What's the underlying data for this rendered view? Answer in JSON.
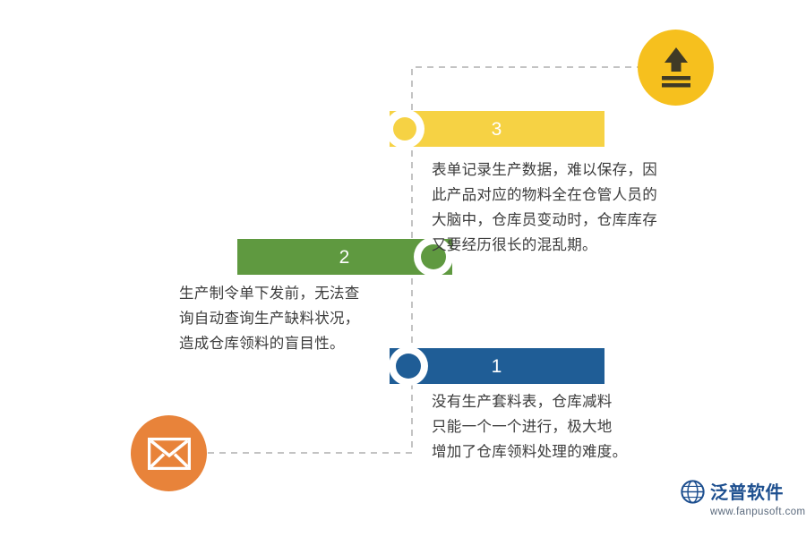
{
  "diagram": {
    "type": "stepped-timeline",
    "steps": [
      {
        "number": "1",
        "bar_color": "#1f5d96",
        "text": "没有生产套料表，仓库减料\n只能一个一个进行，极大地\n增加了仓库领料处理的难度。"
      },
      {
        "number": "2",
        "bar_color": "#5f9940",
        "text": "生产制令单下发前，无法查\n询自动查询生产缺料状况，\n造成仓库领料的盲目性。"
      },
      {
        "number": "3",
        "bar_color": "#f6d244",
        "text": "表单记录生产数据，难以保存，因\n此产品对应的物料全在仓管人员的\n大脑中，仓库员变动时，仓库库存\n又要经历很长的混乱期。"
      }
    ],
    "badges": [
      {
        "icon": "upload-arrow-icon",
        "color": "#f6c01e"
      },
      {
        "icon": "mail-envelope-icon",
        "color": "#e8833a"
      }
    ],
    "connector_color": "#bfbfbf"
  },
  "logo": {
    "mark": "globe-icon",
    "name": "泛普软件",
    "url": "www.fanpusoft.com",
    "name_color": "#1d4f8f",
    "url_color": "#5b6a7d"
  }
}
